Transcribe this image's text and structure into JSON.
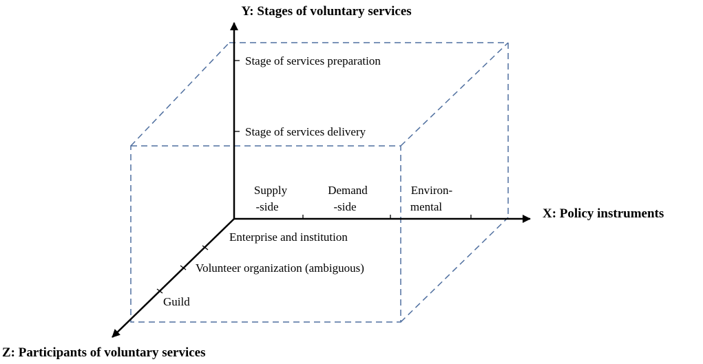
{
  "axes": {
    "y_title": "Y: Stages of voluntary services",
    "x_title": "X: Policy instruments",
    "z_title": "Z: Participants of voluntary services"
  },
  "y_labels": [
    "Stage of services preparation",
    "Stage of services delivery"
  ],
  "x_labels": [
    [
      "Supply",
      "-side"
    ],
    [
      "Demand",
      "-side"
    ],
    [
      "Environ-",
      "mental"
    ]
  ],
  "z_labels": [
    "Enterprise and institution",
    "Volunteer organization (ambiguous)",
    "Guild"
  ],
  "colors": {
    "dashed_box": "#4f6f9f",
    "axes": "#000000"
  }
}
